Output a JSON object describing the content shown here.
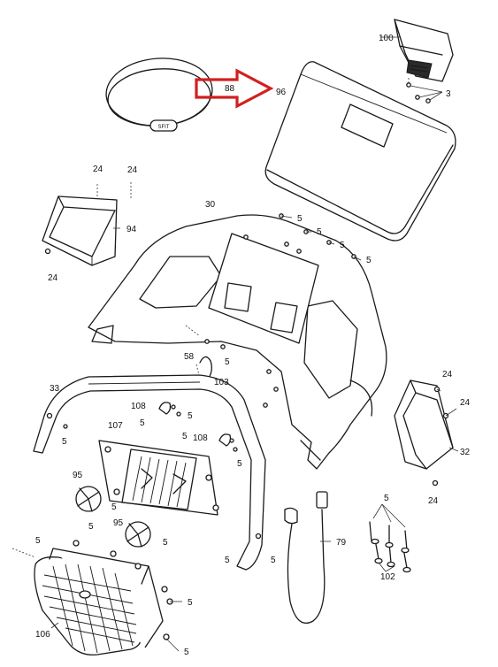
{
  "colors": {
    "line": "#1a1a1a",
    "highlight_arrow": "#d22020",
    "background": "#ffffff"
  },
  "labels": {
    "p100": "100",
    "p3": "3",
    "p96": "96",
    "p88": "88",
    "p24a": "24",
    "p24b": "24",
    "p94": "94",
    "p24c": "24",
    "p30": "30",
    "p5a": "5",
    "p5b": "5",
    "p5c": "5",
    "p5d": "5",
    "p58": "58",
    "p5e": "5",
    "p103": "103",
    "p33": "33",
    "p108a": "108",
    "p5f": "5",
    "p5g": "5",
    "p107": "107",
    "p5h": "5",
    "p5i": "5",
    "p108b": "108",
    "p5j": "5",
    "p24d": "24",
    "p24e": "24",
    "p32": "32",
    "p24f": "24",
    "p95a": "95",
    "p95b": "95",
    "p5k": "5",
    "p5l": "5",
    "p5m": "5",
    "p5n": "5",
    "p5o": "5",
    "p79": "79",
    "p5p": "5",
    "p102": "102",
    "p5q": "5",
    "p106": "106",
    "p5r": "5",
    "p5s": "5"
  },
  "logo_text": "SFIT"
}
